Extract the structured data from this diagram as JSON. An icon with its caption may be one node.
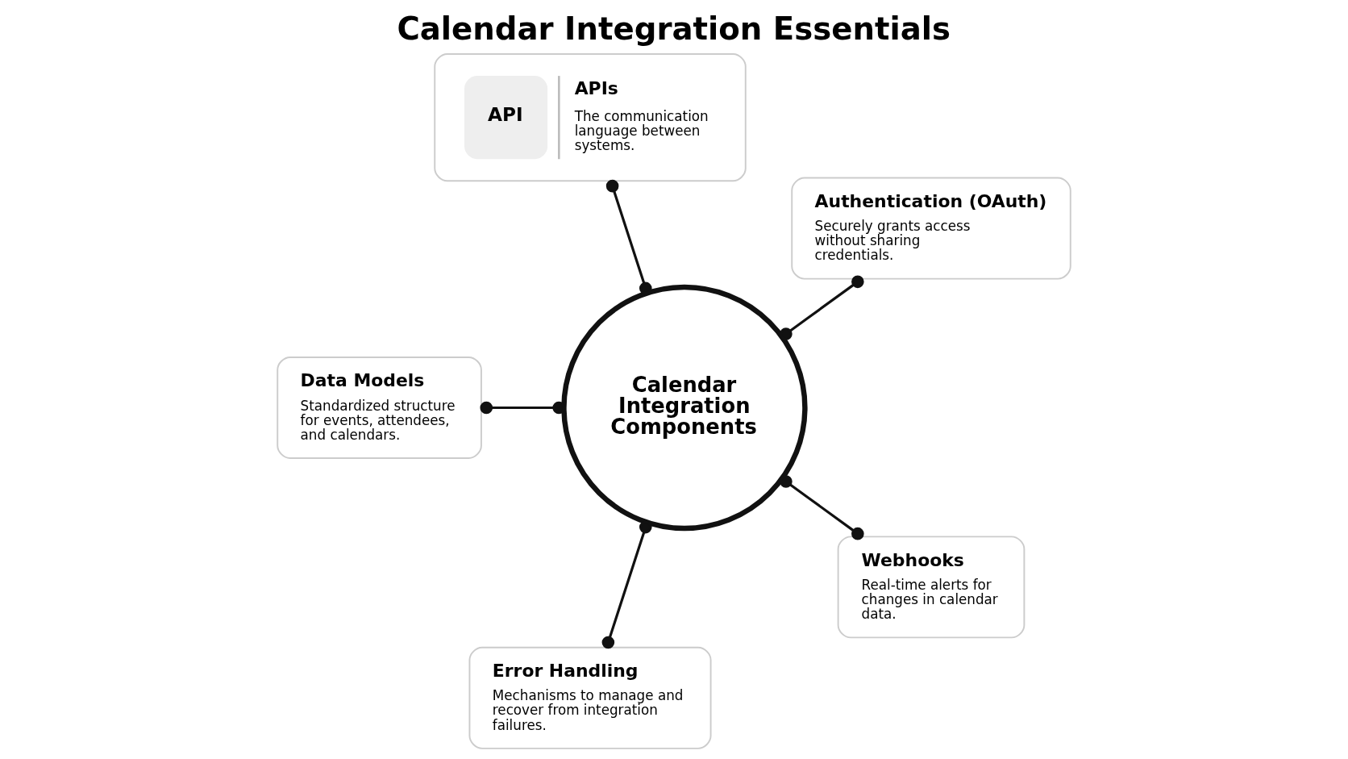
{
  "diagram": {
    "title": "Calendar Integration Essentials",
    "nodes": [
      {
        "text": [
          "Calendar Integration Components"
        ]
      },
      {
        "text": [
          "API",
          "APIs",
          "The communication language between systems."
        ]
      },
      {
        "text": [
          "Authentication (OAuth)",
          "Securely grants access without sharing credentials."
        ]
      },
      {
        "text": [
          "Data Models",
          "Standardized structure for events, attendees, and calendars."
        ]
      },
      {
        "text": [
          "Webhooks",
          "Real-time alerts for changes in calendar data."
        ]
      },
      {
        "text": [
          "Error Handling",
          "Mechanisms to manage and recover from integration failures."
        ]
      }
    ],
    "edges": [
      {
        "from": 0,
        "to": 1,
        "arrow": "other"
      },
      {
        "from": 0,
        "to": 2,
        "arrow": "other"
      },
      {
        "from": 0,
        "to": 3,
        "arrow": "other"
      },
      {
        "from": 0,
        "to": 4,
        "arrow": "other"
      },
      {
        "from": 0,
        "to": 5,
        "arrow": "other"
      }
    ]
  }
}
